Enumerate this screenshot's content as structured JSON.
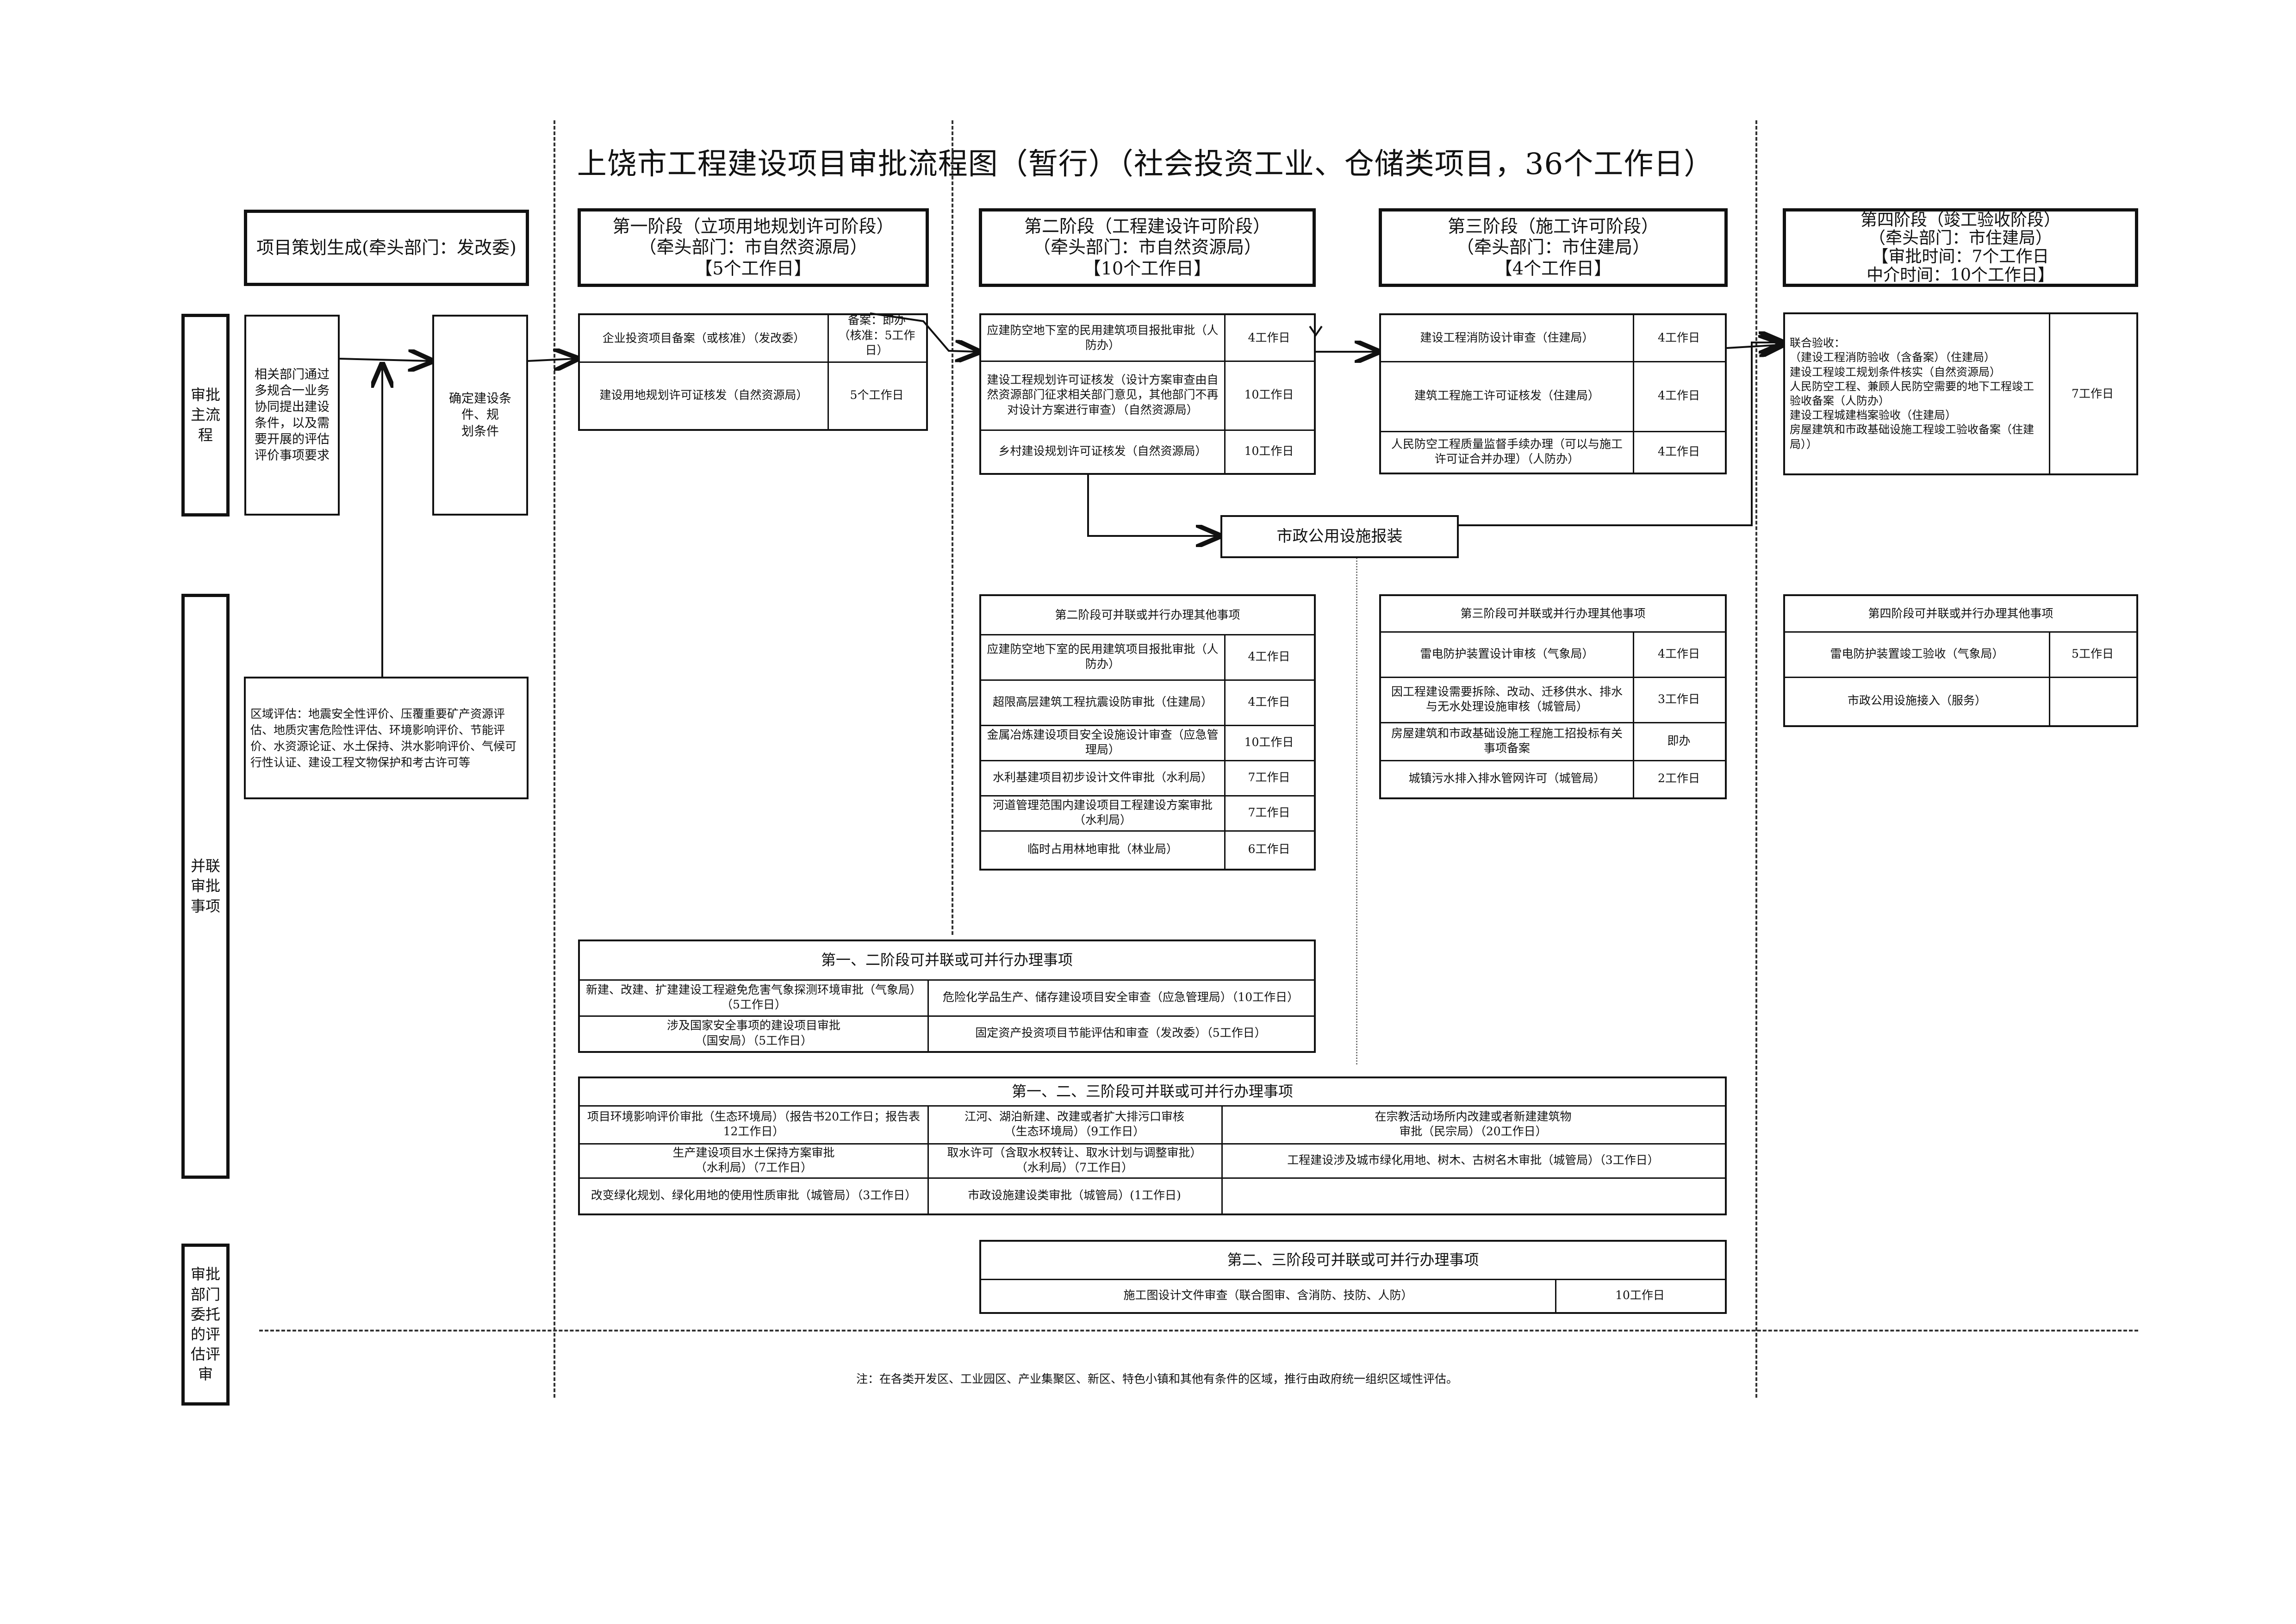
{
  "title": "上饶市工程建设项目审批流程图（暂行）（社会投资工业、仓储类项目，36个工作日）",
  "side_labels": {
    "main_flow": "审批\n主流\n程",
    "parallel": "并联\n审批\n事项",
    "entrusted": "审批\n部门\n委托\n的评\n估评\n审"
  },
  "planning": {
    "header": "项目策划生成(牵头部门：发改委)",
    "coordination": "相关部门通过多规合一业务协同提出建设条件，以及需要开展的评估评价事项要求",
    "conditions": "确定建设条件、规\n划条件",
    "regional_eval": "区域评估：地震安全性评价、压覆重要矿产资源评估、地质灾害危险性评估、环境影响评价、节能评价、水资源论证、水土保持、洪水影响评价、气候可行性认证、建设工程文物保护和考古许可等"
  },
  "stage1": {
    "header": "第一阶段（立项用地规划许可阶段）\n（牵头部门：市自然资源局）\n【5个工作日】",
    "items": [
      {
        "name": "企业投资项目备案（或核准）（发改委）",
        "time": "备案：即办\n（核准：5工作日）"
      },
      {
        "name": "建设用地规划许可证核发（自然资源局）",
        "time": "5个工作日"
      }
    ]
  },
  "stage2": {
    "header": "第二阶段（工程建设许可阶段）\n（牵头部门：市自然资源局）\n【10个工作日】",
    "items": [
      {
        "name": "应建防空地下室的民用建筑项目报批审批（人防办）",
        "time": "4工作日"
      },
      {
        "name": "建设工程规划许可证核发（设计方案审查由自然资源部门征求相关部门意见，其他部门不再对设计方案进行审查）（自然资源局）",
        "time": "10工作日"
      },
      {
        "name": "乡村建设规划许可证核发（自然资源局）",
        "time": "10工作日"
      }
    ],
    "parallel_header": "第二阶段可并联或并行办理其他事项",
    "parallel_items": [
      {
        "name": "应建防空地下室的民用建筑项目报批审批（人防办）",
        "time": "4工作日"
      },
      {
        "name": "超限高层建筑工程抗震设防审批（住建局）",
        "time": "4工作日"
      },
      {
        "name": "金属冶炼建设项目安全设施设计审查（应急管理局）",
        "time": "10工作日"
      },
      {
        "name": "水利基建项目初步设计文件审批（水利局）",
        "time": "7工作日"
      },
      {
        "name": "河道管理范围内建设项目工程建设方案审批（水利局）",
        "time": "7工作日"
      },
      {
        "name": "临时占用林地审批（林业局）",
        "time": "6工作日"
      }
    ]
  },
  "stage3": {
    "header": "第三阶段（施工许可阶段）\n（牵头部门：市住建局）\n【4个工作日】",
    "items": [
      {
        "name": "建设工程消防设计审查（住建局）",
        "time": "4工作日"
      },
      {
        "name": "建筑工程施工许可证核发（住建局）",
        "time": "4工作日"
      },
      {
        "name": "人民防空工程质量监督手续办理（可以与施工许可证合并办理）（人防办）",
        "time": "4工作日"
      }
    ],
    "parallel_header": "第三阶段可并联或并行办理其他事项",
    "parallel_items": [
      {
        "name": "雷电防护装置设计审核（气象局）",
        "time": "4工作日"
      },
      {
        "name": "因工程建设需要拆除、改动、迁移供水、排水与无水处理设施审核（城管局）",
        "time": "3工作日"
      },
      {
        "name": "房屋建筑和市政基础设施工程施工招投标有关事项备案",
        "time": "即办"
      },
      {
        "name": "城镇污水排入排水管网许可（城管局）",
        "time": "2工作日"
      }
    ]
  },
  "stage4": {
    "header": "第四阶段（竣工验收阶段）\n（牵头部门：市住建局）\n【审批时间：7个工作日\n中介时间：10个工作日】",
    "joint_acceptance": "联合验收：\n（建设工程消防验收（含备案）（住建局）\n建设工程竣工规划条件核实（自然资源局）\n人民防空工程、兼顾人民防空需要的地下工程竣工验收备案（人防办）\n建设工程城建档案验收（住建局）\n房屋建筑和市政基础设施工程竣工验收备案（住建局））",
    "joint_time": "7工作日",
    "parallel_header": "第四阶段可并联或并行办理其他事项",
    "parallel_items": [
      {
        "name": "雷电防护装置竣工验收（气象局）",
        "time": "5工作日"
      },
      {
        "name": "市政公用设施接入（服务）",
        "time": ""
      }
    ]
  },
  "municipal": "市政公用设施报装",
  "combined_12": {
    "header": "第一、二阶段可并联或可并行办理事项",
    "cells": [
      "新建、改建、扩建建设工程避免危害气象探测环境审批（气象局）（5工作日）",
      "危险化学品生产、储存建设项目安全审查（应急管理局）（10工作日）",
      "涉及国家安全事项的建设项目审批\n（国安局）（5工作日）",
      "固定资产投资项目节能评估和审查（发改委）（5工作日）"
    ]
  },
  "combined_123": {
    "header": "第一、二、三阶段可并联或可并行办理事项",
    "cells": [
      "项目环境影响评价审批（生态环境局）（报告书20工作日；报告表12工作日）",
      "江河、湖泊新建、改建或者扩大排污口审核\n（生态环境局）（9工作日）",
      "在宗教活动场所内改建或者新建建筑物\n审批（民宗局）（20工作日）",
      "生产建设项目水土保持方案审批\n（水利局）（7工作日）",
      "取水许可（含取水权转让、取水计划与调整审批）\n（水利局）（7工作日）",
      "工程建设涉及城市绿化用地、树木、古树名木审批（城管局）（3工作日）",
      "改变绿化规划、绿化用地的使用性质审批（城管局）（3工作日）",
      "市政设施建设类审批（城管局）(1工作日)",
      ""
    ]
  },
  "combined_23": {
    "header": "第二、三阶段可并联或可并行办理事项",
    "item": "施工图设计文件审查（联合图审、含消防、技防、人防）",
    "time": "10工作日"
  },
  "note": "注：在各类开发区、工业园区、产业集聚区、新区、特色小镇和其他有条件的区域，推行由政府统一组织区域性评估。"
}
